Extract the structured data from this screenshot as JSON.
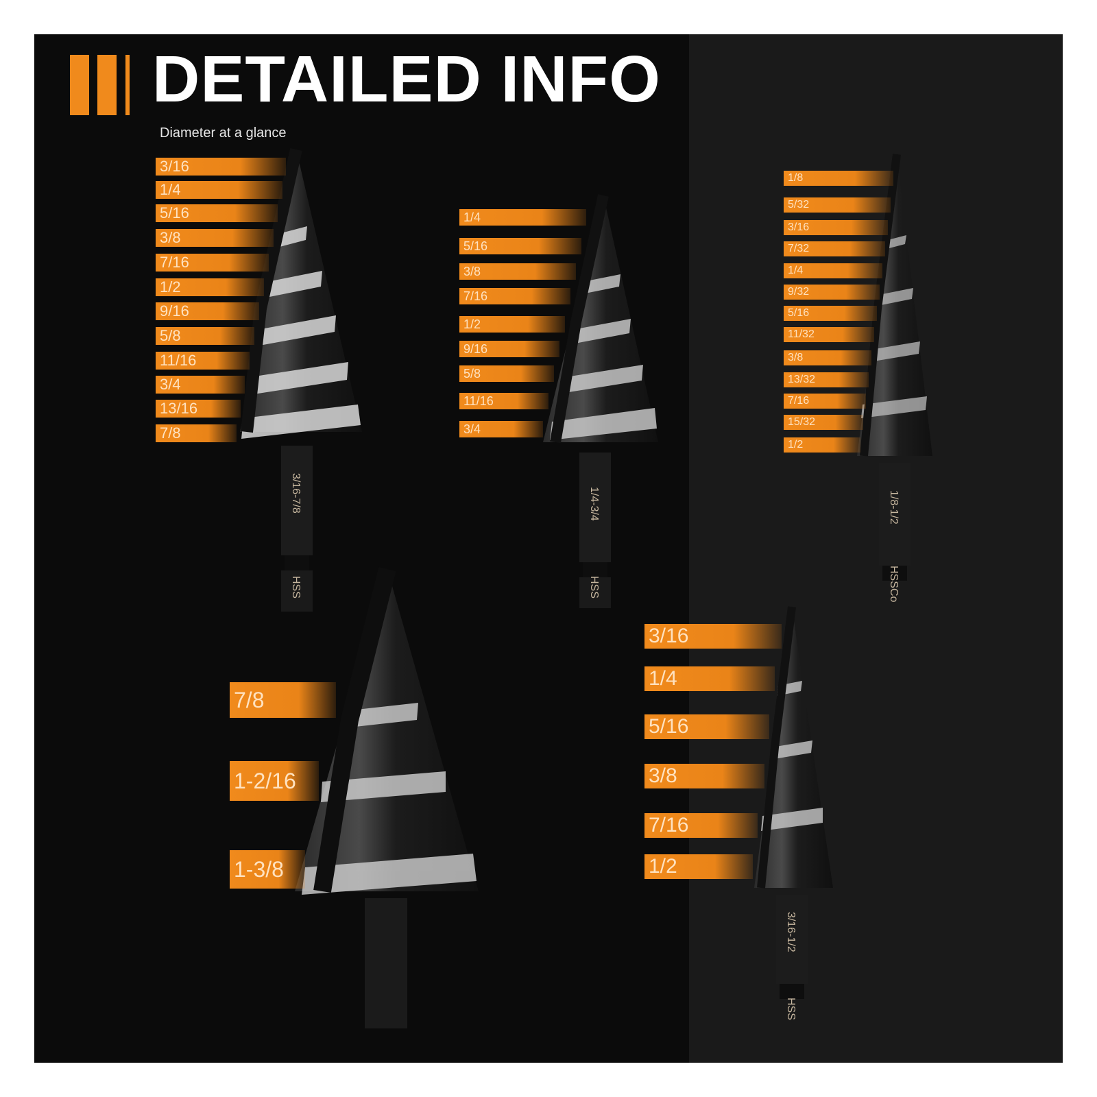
{
  "header": {
    "title": "DETAILED INFO",
    "subtitle": "Diameter at a glance"
  },
  "colors": {
    "accent": "#f08a1c",
    "background": "#0b0b0b",
    "frame": "#ffffff"
  },
  "bits": [
    {
      "sizes": [
        "3/16",
        "1/4",
        "5/16",
        "3/8",
        "7/16",
        "1/2",
        "9/16",
        "5/8",
        "11/16",
        "3/4",
        "13/16",
        "7/8"
      ],
      "range": "3/16-7/8",
      "material": "HSS"
    },
    {
      "sizes": [
        "1/4",
        "5/16",
        "3/8",
        "7/16",
        "1/2",
        "9/16",
        "5/8",
        "11/16",
        "3/4"
      ],
      "range": "1/4-3/4",
      "material": "HSS"
    },
    {
      "sizes": [
        "1/8",
        "5/32",
        "3/16",
        "7/32",
        "1/4",
        "9/32",
        "5/16",
        "11/32",
        "3/8",
        "13/32",
        "7/16",
        "15/32",
        "1/2"
      ],
      "range": "1/8-1/2",
      "material": "HSSCo"
    },
    {
      "sizes": [
        "7/8",
        "1-2/16",
        "1-3/8"
      ]
    },
    {
      "sizes": [
        "3/16",
        "1/4",
        "5/16",
        "3/8",
        "7/16",
        "1/2"
      ],
      "range": "3/16-1/2",
      "material": "HSS"
    }
  ]
}
